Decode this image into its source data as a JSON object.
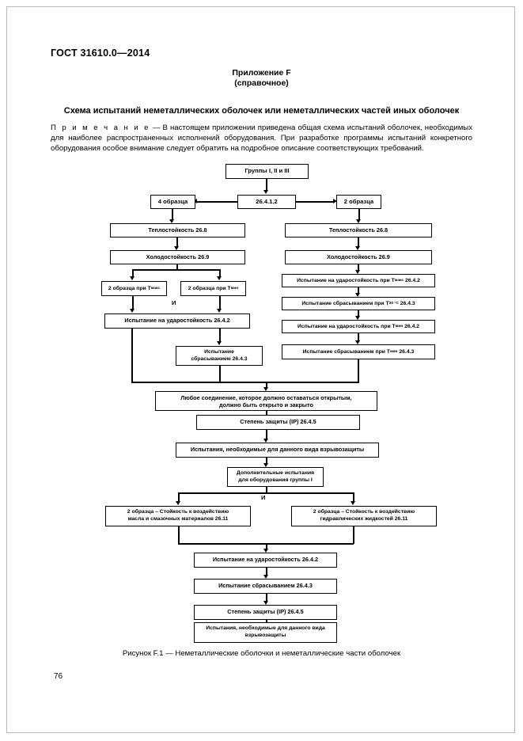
{
  "document": {
    "standard_header": "ГОСТ 31610.0—2014",
    "appendix_line1": "Приложение F",
    "appendix_line2": "(справочное)",
    "section_title": "Схема испытаний неметаллических оболочек или неметаллических частей иных оболочек",
    "note_label": "П р и м е ч а н и е",
    "note_dash": "—",
    "note_text": "В настоящем приложении приведена общая схема испытаний оболочек, необходимых для наиболее распространенных исполнений оборудования. При разработке программы испытаний конкретного оборудования особое внимание следует обратить на подробное описание соответствующих требований.",
    "figure_caption": "Рисунок F.1 — Неметаллические оболочки и неметаллические части оболочек",
    "page_number": "76"
  },
  "flowchart": {
    "top": "Группы I, II и III",
    "clause_split": "26.4.1.2",
    "left_samples": "4 образца",
    "right_samples": "2 образца",
    "left_branch": {
      "heat": "Теплостойкость 26.8",
      "cold": "Холодостойкость 26.9",
      "sample_max": "2 образца при Т",
      "sample_max_sub": "макс",
      "sample_min": "2 образца при Т",
      "sample_min_sub": "мин",
      "and_label": "И",
      "impact": "Испытание на ударостойкость 26.4.2",
      "drop_line1": "Испытание",
      "drop_line2": "сбрасыванием 26.4.3"
    },
    "right_branch": {
      "heat": "Теплостойкость 26.8",
      "cold": "Холодостойкость 26.9",
      "impact_max_pre": "Испытание на ударостойкость при Т",
      "impact_max_sub": "макс",
      "impact_max_post": "26.4.2",
      "drop_20_pre": "Испытание сбрасыванием при Т",
      "drop_20_sub": "20 °C",
      "drop_20_post": "26.4.3",
      "impact_min_pre": "Испытание на ударостойкость при Т",
      "impact_min_sub": "мин",
      "impact_min_post": "26.4.2",
      "drop_min_pre": "Испытание сбрасыванием при Т",
      "drop_min_sub": "мин",
      "drop_min_post": "26.4.3"
    },
    "common": {
      "joint_line1": "Любое соединение, которое должно оставаться открытым,",
      "joint_line2": "должно быть открыто и закрыто",
      "ip": "Степень защиты (IP) 26.4.5",
      "explosion": "Испытания, необходимые для данного вида взрывозащиты",
      "additional_line1": "Дополнительные испытания",
      "additional_line2": "для оборудования группы I",
      "and_label": "И"
    },
    "group1": {
      "oil_line1": "2 образца – Стойкость к воздействию",
      "oil_line2": "масла и смазочных материалов 26.11",
      "hydraulic_line1": "2 образца – Стойкость к воздействию",
      "hydraulic_line2": "гидравлических жидкостей 26.11",
      "impact": "Испытание на ударостойкость 26.4.2",
      "drop": "Испытание сбрасыванием 26.4.3",
      "ip": "Степень защиты (IP) 26.4.5",
      "explosion_line1": "Испытания, необходимые для данного вида",
      "explosion_line2": "взрывозащиты"
    }
  }
}
